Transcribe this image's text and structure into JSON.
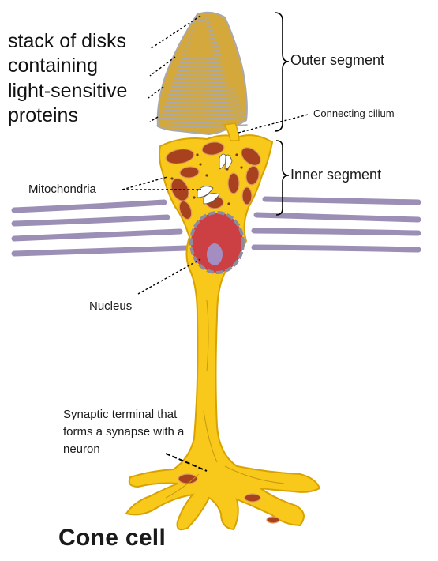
{
  "title": "Cone cell",
  "labels": {
    "disks_line1": "stack of disks",
    "disks_line2": "containing",
    "disks_line3": "light-sensitive",
    "disks_line4": "proteins",
    "outer_segment": "Outer segment",
    "connecting_cilium": "Connecting cilium",
    "inner_segment": "Inner segment",
    "mitochondria": "Mitochondria",
    "nucleus": "Nucleus",
    "synaptic_terminal": "Synaptic terminal that forms a synapse with a neuron"
  },
  "colors": {
    "cell_body": "#f8c81a",
    "cell_outline": "#d8a200",
    "disk_stack": "#d4a83a",
    "disk_lines": "#a9a9ad",
    "mitochondria": "#a8421e",
    "nucleus": "#cc3f43",
    "nucleolus": "#a48dc0",
    "membrane_lines": "#9b8fb6",
    "leader_lines": "#000000"
  }
}
